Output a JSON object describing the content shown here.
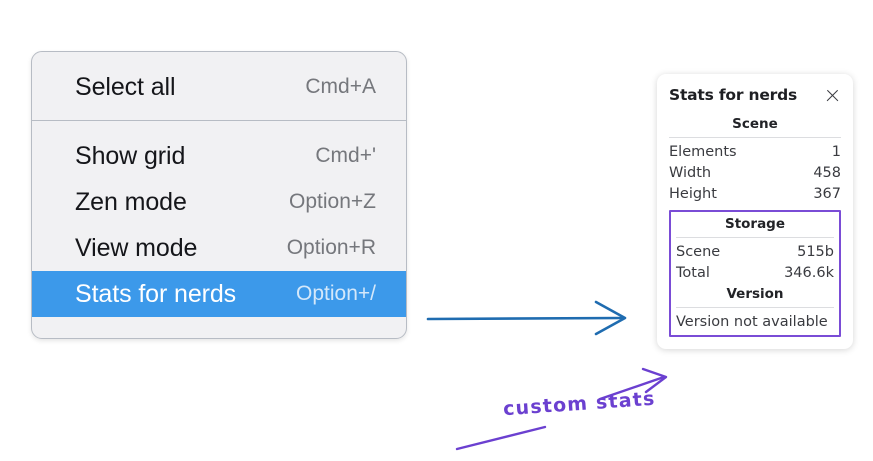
{
  "colors": {
    "page_background": "#ffffff",
    "menu_background": "#f1f1f3",
    "menu_border": "#b7bcc4",
    "menu_highlight": "#3c99ea",
    "menu_highlight_text": "#ffffff",
    "shortcut_text": "#75777c",
    "annotation_purple": "#6b40d0",
    "annotation_box_purple": "#7a4cd6",
    "annotation_blue": "#1f6cb0",
    "panel_text": "#3a3b40"
  },
  "context_menu": {
    "groups": [
      {
        "items": [
          {
            "label": "Select all",
            "shortcut": "Cmd+A",
            "selected": false
          }
        ]
      },
      {
        "items": [
          {
            "label": "Show grid",
            "shortcut": "Cmd+'",
            "selected": false
          },
          {
            "label": "Zen mode",
            "shortcut": "Option+Z",
            "selected": false
          },
          {
            "label": "View mode",
            "shortcut": "Option+R",
            "selected": false
          },
          {
            "label": "Stats for nerds",
            "shortcut": "Option+/",
            "selected": true
          }
        ]
      }
    ]
  },
  "stats_panel": {
    "title": "Stats for nerds",
    "close_icon": "close-icon",
    "sections": [
      {
        "heading": "Scene",
        "boxed": false,
        "rows": [
          {
            "key": "Elements",
            "value": "1"
          },
          {
            "key": "Width",
            "value": "458"
          },
          {
            "key": "Height",
            "value": "367"
          }
        ]
      },
      {
        "heading": "Storage",
        "boxed": true,
        "rows": [
          {
            "key": "Scene",
            "value": "515b"
          },
          {
            "key": "Total",
            "value": "346.6k"
          }
        ]
      },
      {
        "heading": "Version",
        "boxed": true,
        "free_text": "Version not available"
      }
    ]
  },
  "annotations": {
    "label": "custom stats",
    "blue_arrow": "arrow-menu-to-panel",
    "purple_arrow": "arrow-label-to-version"
  }
}
